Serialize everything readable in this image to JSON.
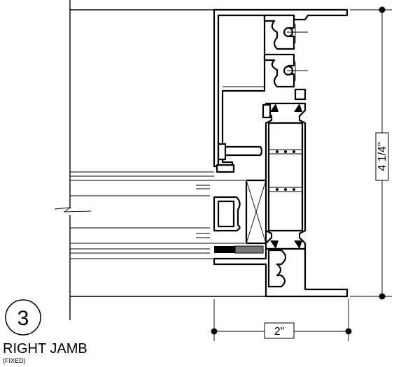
{
  "detail": {
    "number": "3",
    "title": "RIGHT JAMB",
    "subtitle": "(FIXED)"
  },
  "dimensions": {
    "height_label": "4 1/4\"",
    "width_label": "2\""
  }
}
